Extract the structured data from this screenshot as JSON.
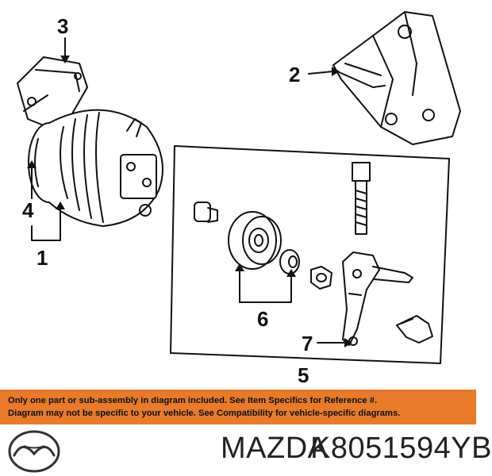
{
  "callouts": {
    "c1": "1",
    "c2": "2",
    "c3": "3",
    "c4": "4",
    "c5": "5",
    "c6": "6",
    "c7": "7"
  },
  "disclaimer": {
    "line1": "Only one part or sub-assembly in diagram included. See Item Specifics for Reference #.",
    "line2": "Diagram may not be specific to your vehicle. See Compatibility for vehicle-specific diagrams.",
    "background_color": "#e87a2c"
  },
  "brand": {
    "name": "MAZDA",
    "part_number": "K8051594YB",
    "logo_icon": "mazda-logo-icon"
  }
}
